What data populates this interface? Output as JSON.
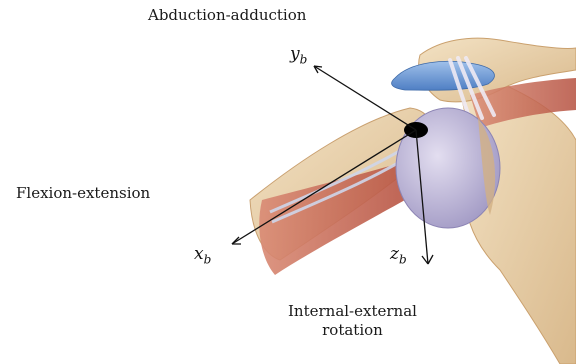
{
  "labels": {
    "abduction": "Abduction-adduction",
    "flexion": "Flexion-extension",
    "internal_line1": "Internal-external",
    "internal_line2": "rotation"
  },
  "axes": {
    "y": {
      "base": "y",
      "sub": "b"
    },
    "x": {
      "base": "x",
      "sub": "b"
    },
    "z": {
      "base": "z",
      "sub": "b"
    }
  },
  "colors": {
    "bone": "#eed9b8",
    "bone_shadow": "#d8b98c",
    "cartilage": "#c9c3de",
    "muscle": "#c96a58",
    "ligament": "#7fa7d8",
    "axis": "#111111"
  }
}
